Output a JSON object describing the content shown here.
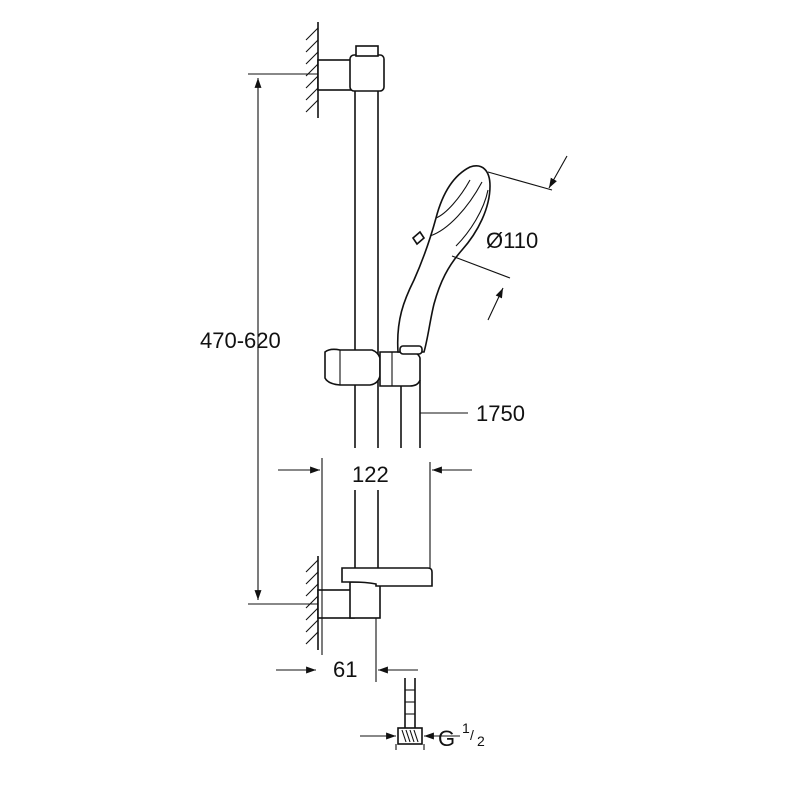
{
  "dimensions": {
    "height_range": "470-620",
    "head_diameter": "Ø110",
    "hose_length": "1750",
    "rail_projection": "122",
    "wall_offset": "61",
    "thread_prefix": "G",
    "thread_num": "1",
    "thread_den": "2"
  },
  "colors": {
    "line": "#111111",
    "background": "#ffffff"
  }
}
